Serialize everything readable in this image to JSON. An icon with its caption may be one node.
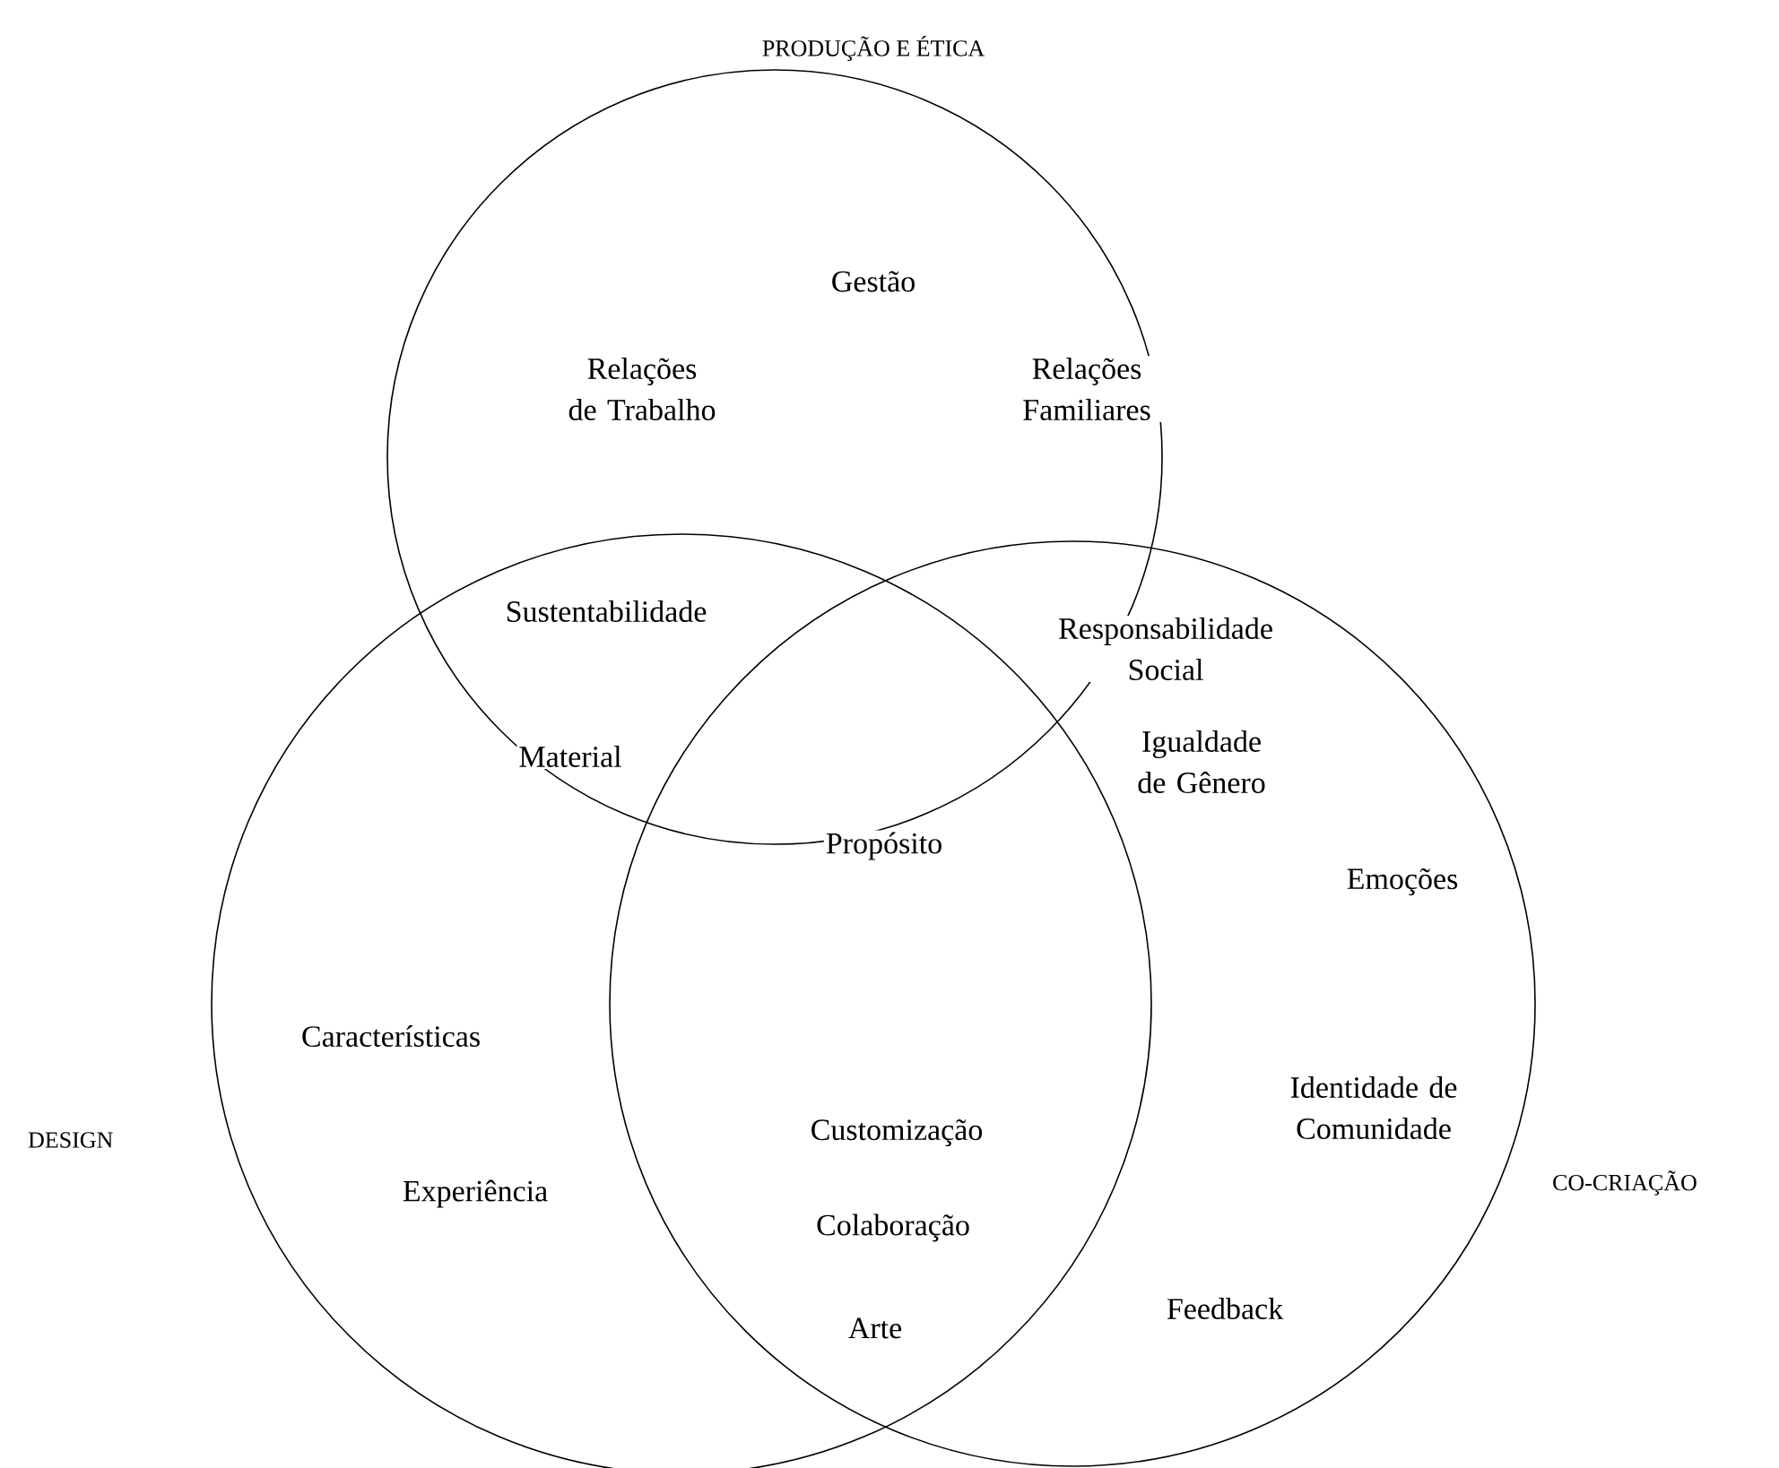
{
  "diagram": {
    "nodes": [
      {
        "text": [
          "PRODUÇÃO E ÉTICA"
        ]
      },
      {
        "text": [
          "DESIGN"
        ]
      },
      {
        "text": [
          "CO-CRIAÇÃO"
        ]
      }
    ],
    "labels": [
      "Gestão",
      "Relações de Trabalho",
      "Relações Familiares",
      "Sustentabilidade",
      "Responsabilidade Social",
      "Material",
      "Igualdade de Gênero",
      "Propósito",
      "Emoções",
      "Características",
      "Identidade de Comunidade",
      "Customização",
      "Experiência",
      "Colaboração",
      "Feedback",
      "Arte"
    ]
  }
}
